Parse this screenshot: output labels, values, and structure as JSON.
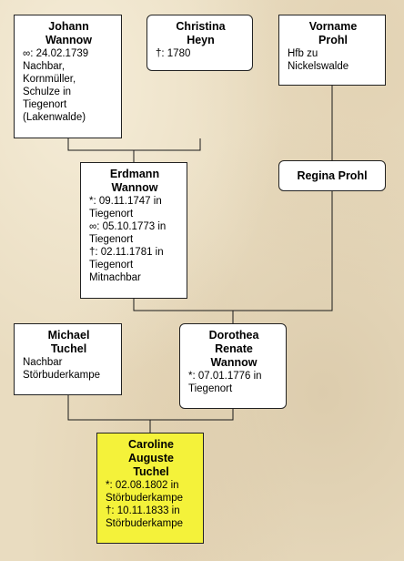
{
  "persons": {
    "johann": {
      "name": [
        "Johann",
        "Wannow"
      ],
      "lines": [
        "∞: 24.02.1739",
        "Nachbar,",
        "Kornmüller,",
        "Schulze in",
        "Tiegenort",
        "(Lakenwalde)"
      ]
    },
    "christina": {
      "name": [
        "Christina",
        "Heyn"
      ],
      "lines": [
        "†: 1780"
      ]
    },
    "vorname": {
      "name": [
        "Vorname",
        "Prohl"
      ],
      "lines": [
        "Hfb zu",
        "Nickelswalde"
      ]
    },
    "erdmann": {
      "name": [
        "Erdmann",
        "Wannow"
      ],
      "lines": [
        "*: 09.11.1747 in",
        "Tiegenort",
        "∞: 05.10.1773 in",
        "Tiegenort",
        "†: 02.11.1781 in",
        "Tiegenort",
        "Mitnachbar"
      ]
    },
    "regina": {
      "name": [
        "Regina Prohl"
      ],
      "lines": []
    },
    "michael": {
      "name": [
        "Michael",
        "Tuchel"
      ],
      "lines": [
        "Nachbar",
        "Störbuderkampe"
      ]
    },
    "dorothea": {
      "name": [
        "Dorothea",
        "Renate",
        "Wannow"
      ],
      "lines": [
        "*: 07.01.1776 in",
        "Tiegenort"
      ]
    },
    "caroline": {
      "name": [
        "Caroline",
        "Auguste",
        "Tuchel"
      ],
      "lines": [
        "*: 02.08.1802 in",
        "Störbuderkampe",
        "†: 10.11.1833 in",
        "Störbuderkampe"
      ]
    }
  },
  "colors": {
    "background": "#e9dcc0",
    "card": "#ffffff",
    "focus_card": "#f4f23a",
    "line": "#1a1a1a"
  }
}
